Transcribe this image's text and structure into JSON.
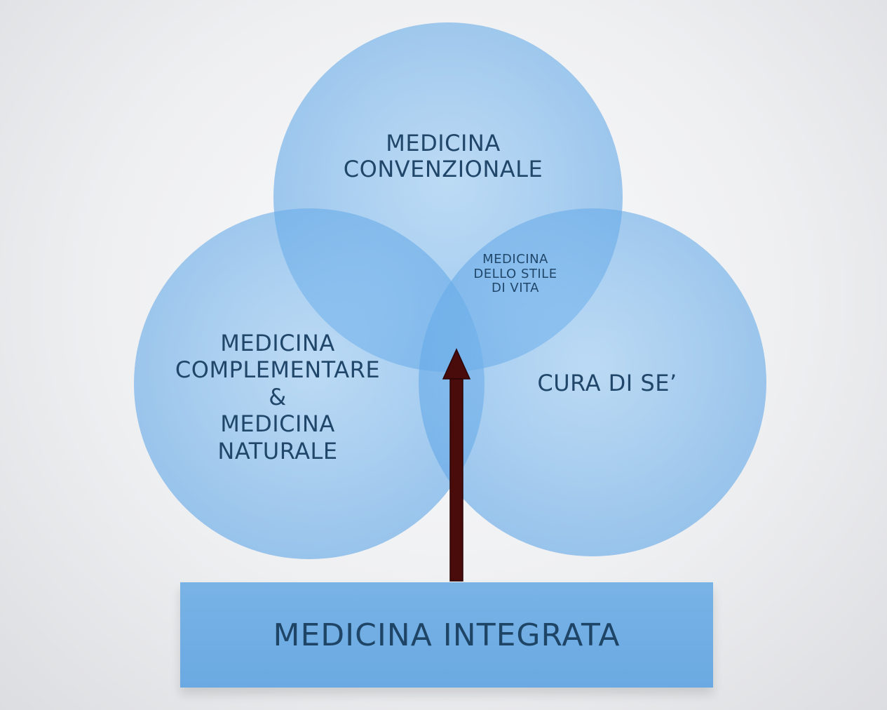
{
  "circles": {
    "top": {
      "label_lines": [
        "MEDICINA",
        "CONVENZIONALE"
      ]
    },
    "left": {
      "label_lines": [
        "MEDICINA",
        "COMPLEMENTARE",
        "&",
        "MEDICINA",
        "NATURALE"
      ]
    },
    "right": {
      "label_lines": [
        "CURA DI SE’"
      ]
    },
    "overlap_top_right": {
      "label_lines": [
        "MEDICINA",
        "DELLO STILE",
        "DI VITA"
      ]
    }
  },
  "base_box": {
    "label": "MEDICINA INTEGRATA"
  },
  "colors": {
    "circle_fill": "#6aaeea",
    "text": "#20476a",
    "arrow": "#4a0b0b",
    "box_fill": "#6faae3"
  }
}
